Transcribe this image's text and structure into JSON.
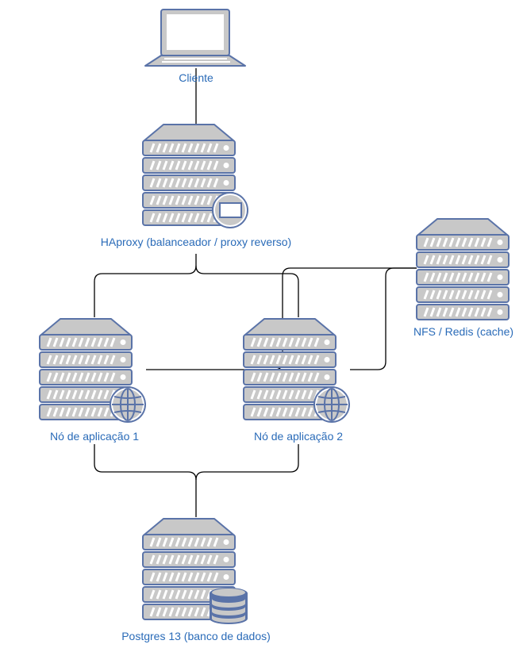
{
  "nodes": {
    "client": {
      "label": "Cliente",
      "icon": "laptop-icon"
    },
    "haproxy": {
      "label": "HAproxy (balanceador / proxy reverso)",
      "icon": "server-with-monitor-icon"
    },
    "nfs": {
      "label": "NFS / Redis (cache)",
      "icon": "server-icon"
    },
    "app1": {
      "label": "Nó de aplicação 1",
      "icon": "server-with-globe-icon"
    },
    "app2": {
      "label": "Nó de aplicação 2",
      "icon": "server-with-globe-icon"
    },
    "db": {
      "label": "Postgres 13 (banco de dados)",
      "icon": "server-with-database-icon"
    }
  },
  "colors": {
    "icon_fill": "#c8c8c8",
    "icon_stroke": "#5a73a8",
    "label": "#2a6bb8",
    "connector": "#000000"
  }
}
